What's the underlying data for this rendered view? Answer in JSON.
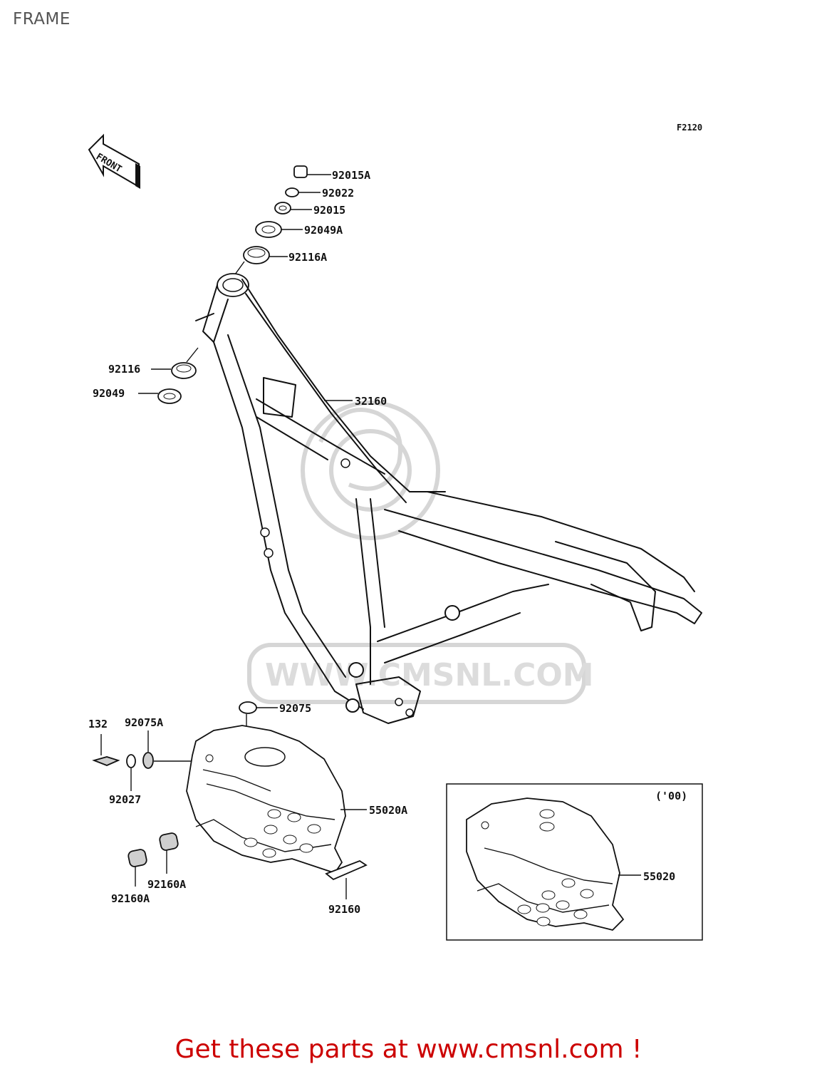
{
  "page": {
    "title": "FRAME",
    "diagram_code": "F2120",
    "front_label": "FRONT",
    "variant_note": "('00)",
    "watermark_text": "WWW.CMSNL.COM",
    "footer": "Get these parts at www.cmsnl.com !"
  },
  "parts": [
    {
      "number": "92015A"
    },
    {
      "number": "92022"
    },
    {
      "number": "92015"
    },
    {
      "number": "92049A"
    },
    {
      "number": "92116A"
    },
    {
      "number": "92116"
    },
    {
      "number": "92049"
    },
    {
      "number": "32160"
    },
    {
      "number": "92075"
    },
    {
      "number": "132"
    },
    {
      "number": "92075A"
    },
    {
      "number": "92027"
    },
    {
      "number": "55020A"
    },
    {
      "number": "92160A"
    },
    {
      "number": "92160A"
    },
    {
      "number": "92160"
    },
    {
      "number": "55020"
    }
  ],
  "colors": {
    "footer": "#cc0000",
    "title": "#555555",
    "watermark": "#d6d6d6"
  }
}
